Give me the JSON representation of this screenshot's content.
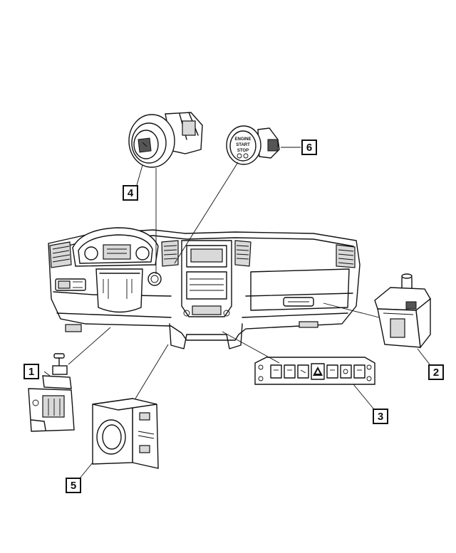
{
  "callouts": [
    {
      "id": "1",
      "label": "1"
    },
    {
      "id": "2",
      "label": "2"
    },
    {
      "id": "3",
      "label": "3"
    },
    {
      "id": "4",
      "label": "4"
    },
    {
      "id": "5",
      "label": "5"
    },
    {
      "id": "6",
      "label": "6"
    }
  ],
  "start_button": {
    "line1": "ENGINE",
    "line2": "START",
    "line3": "STOP"
  }
}
